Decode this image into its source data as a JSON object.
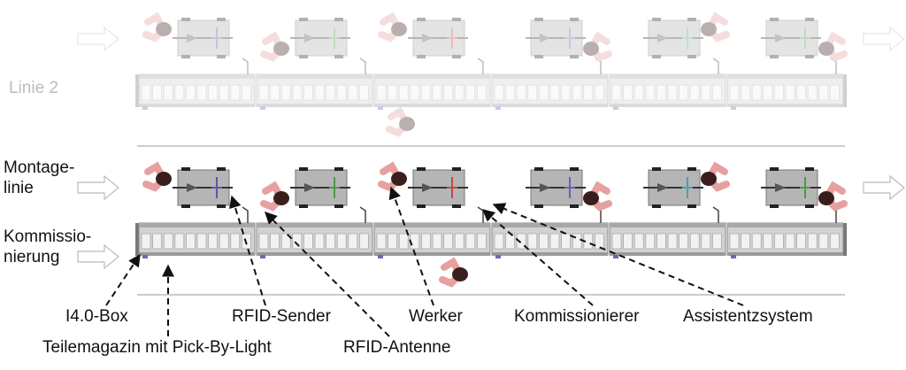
{
  "labels": {
    "linie2": "Linie 2",
    "montagelinie": [
      "Montage-",
      "linie"
    ],
    "kommissionierung": [
      "Kommissio-",
      "nierung"
    ],
    "i40_box": "I4.0-Box",
    "teilemagazin": "Teilemagazin mit Pick-By-Light",
    "rfid_sender": "RFID-Sender",
    "rfid_antenne": "RFID-Antenne",
    "werker": "Werker",
    "kommissionierer": "Kommissionierer",
    "assistenzsystem": "Assistentzsystem"
  },
  "stations": [
    {
      "accent": "#5a5aa0",
      "worker_side": "left"
    },
    {
      "accent": "#4a9a4a",
      "worker_side": "left"
    },
    {
      "accent": "#c04848",
      "worker_side": "left"
    },
    {
      "accent": "#6464b0",
      "worker_side": "right"
    },
    {
      "accent": "#4aa0b0",
      "worker_side": "right"
    },
    {
      "accent": "#4a9a4a",
      "worker_side": "right"
    }
  ],
  "colors": {
    "skin": "#e6a0a0",
    "head": "#3a1e1e",
    "cart": "#b5b5b5",
    "rack": "#d2d2d2",
    "rack_dark": "#888888",
    "box_blue": "#6a6ab8"
  }
}
